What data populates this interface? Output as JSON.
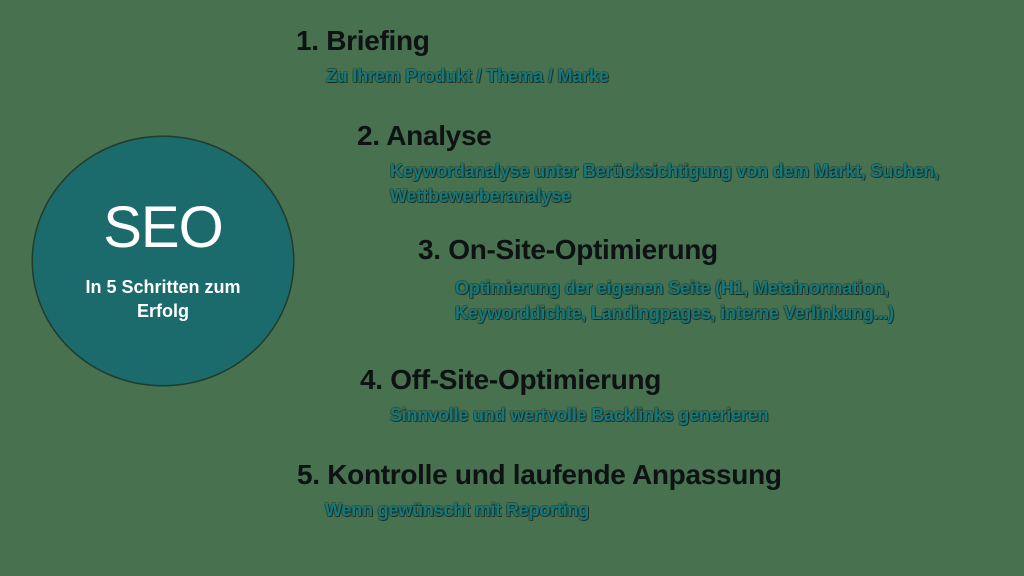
{
  "colors": {
    "bg": "#47714f",
    "badge_bg": "#1b6b6d",
    "badge_text": "#ffffff",
    "heading": "#0e1213",
    "subtitle": "#15787d"
  },
  "badge": {
    "title": "SEO",
    "subtitle": "In 5 Schritten zum Erfolg"
  },
  "steps": [
    {
      "heading": "1. Briefing",
      "sub_lines": [
        "Zu Ihrem Produkt / Thema / Marke"
      ]
    },
    {
      "heading": "2. Analyse",
      "sub_lines": [
        "Keywordanalyse unter Berücksichtigung von dem Markt, Suchen,",
        "Wettbewerberanalyse"
      ]
    },
    {
      "heading": "3. On-Site-Optimierung",
      "sub_lines": [
        "Optimierung der eigenen Seite (H1, Metainormation,",
        "Keyworddichte, Landingpages, interne Verlinkung...)"
      ]
    },
    {
      "heading": "4. Off-Site-Optimierung",
      "sub_lines": [
        "Sinnvolle und wertvolle Backlinks generieren"
      ]
    },
    {
      "heading": "5. Kontrolle und laufende Anpassung",
      "sub_lines": [
        "Wenn gewünscht mit Reporting"
      ]
    }
  ]
}
